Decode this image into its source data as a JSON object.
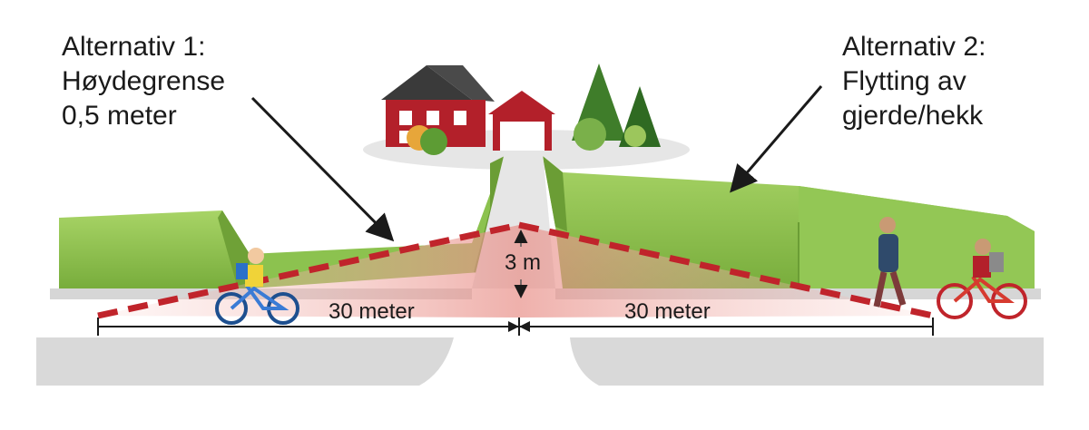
{
  "labels": {
    "alt1": {
      "line1": "Alternativ 1:",
      "line2": "Høydegrense",
      "line3": "0,5 meter"
    },
    "alt2": {
      "line1": "Alternativ 2:",
      "line2": "Flytting av",
      "line3": "gjerde/hekk"
    }
  },
  "dimensions": {
    "left": "30 meter",
    "right": "30 meter",
    "height": "3 m"
  },
  "colors": {
    "hedge": "#8fc24f",
    "hedge_dark": "#5e8f2e",
    "sight_line": "#c0242b",
    "sight_zone": "#f2b8b3",
    "road": "#d9d9d9",
    "house": "#b3202a"
  }
}
